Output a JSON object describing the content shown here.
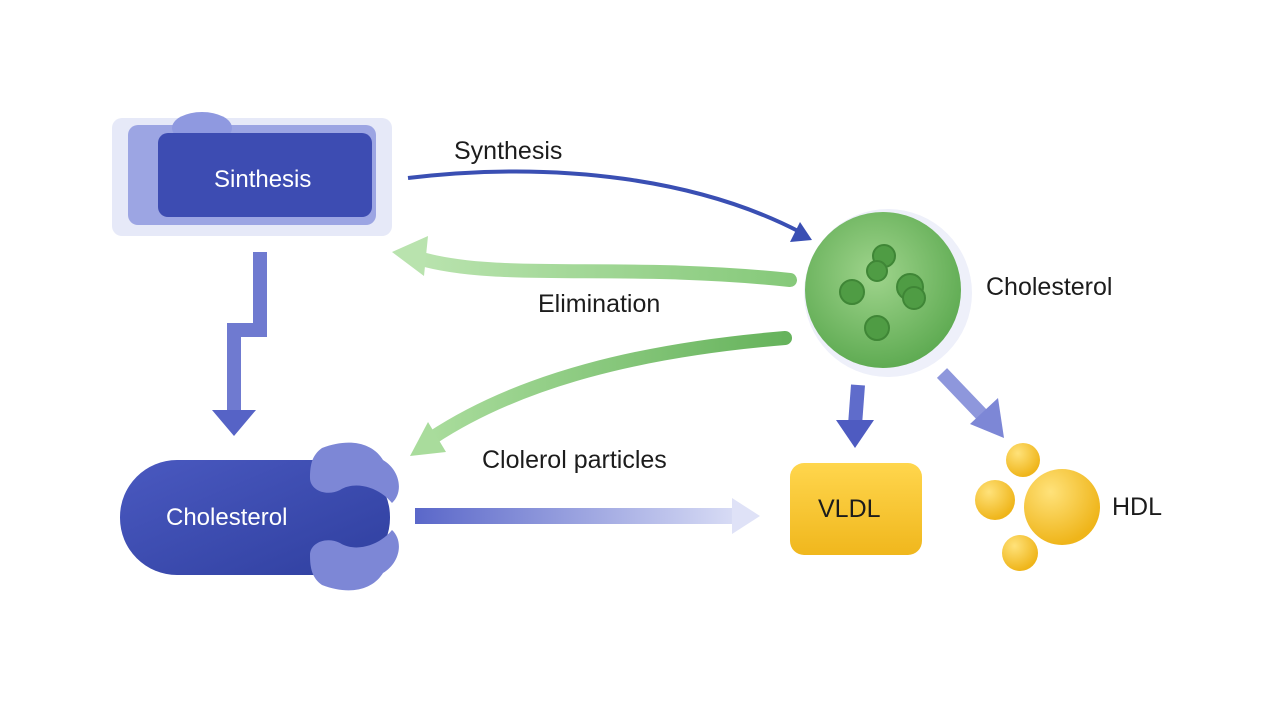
{
  "nodes": {
    "synthesis_box": "Sinthesis",
    "cholesterol_capsule": "Cholesterol",
    "cholesterol_circle": "Cholesterol",
    "vldl": "VLDL",
    "hdl": "HDL"
  },
  "edges": {
    "synthesis": "Synthesis",
    "elimination": "Elimination",
    "particles": "Clolerol particles"
  },
  "colors": {
    "blue": "#3a4fb3",
    "blue_light": "#7d87d6",
    "green": "#7cc36e",
    "yellow": "#f3c12e"
  }
}
